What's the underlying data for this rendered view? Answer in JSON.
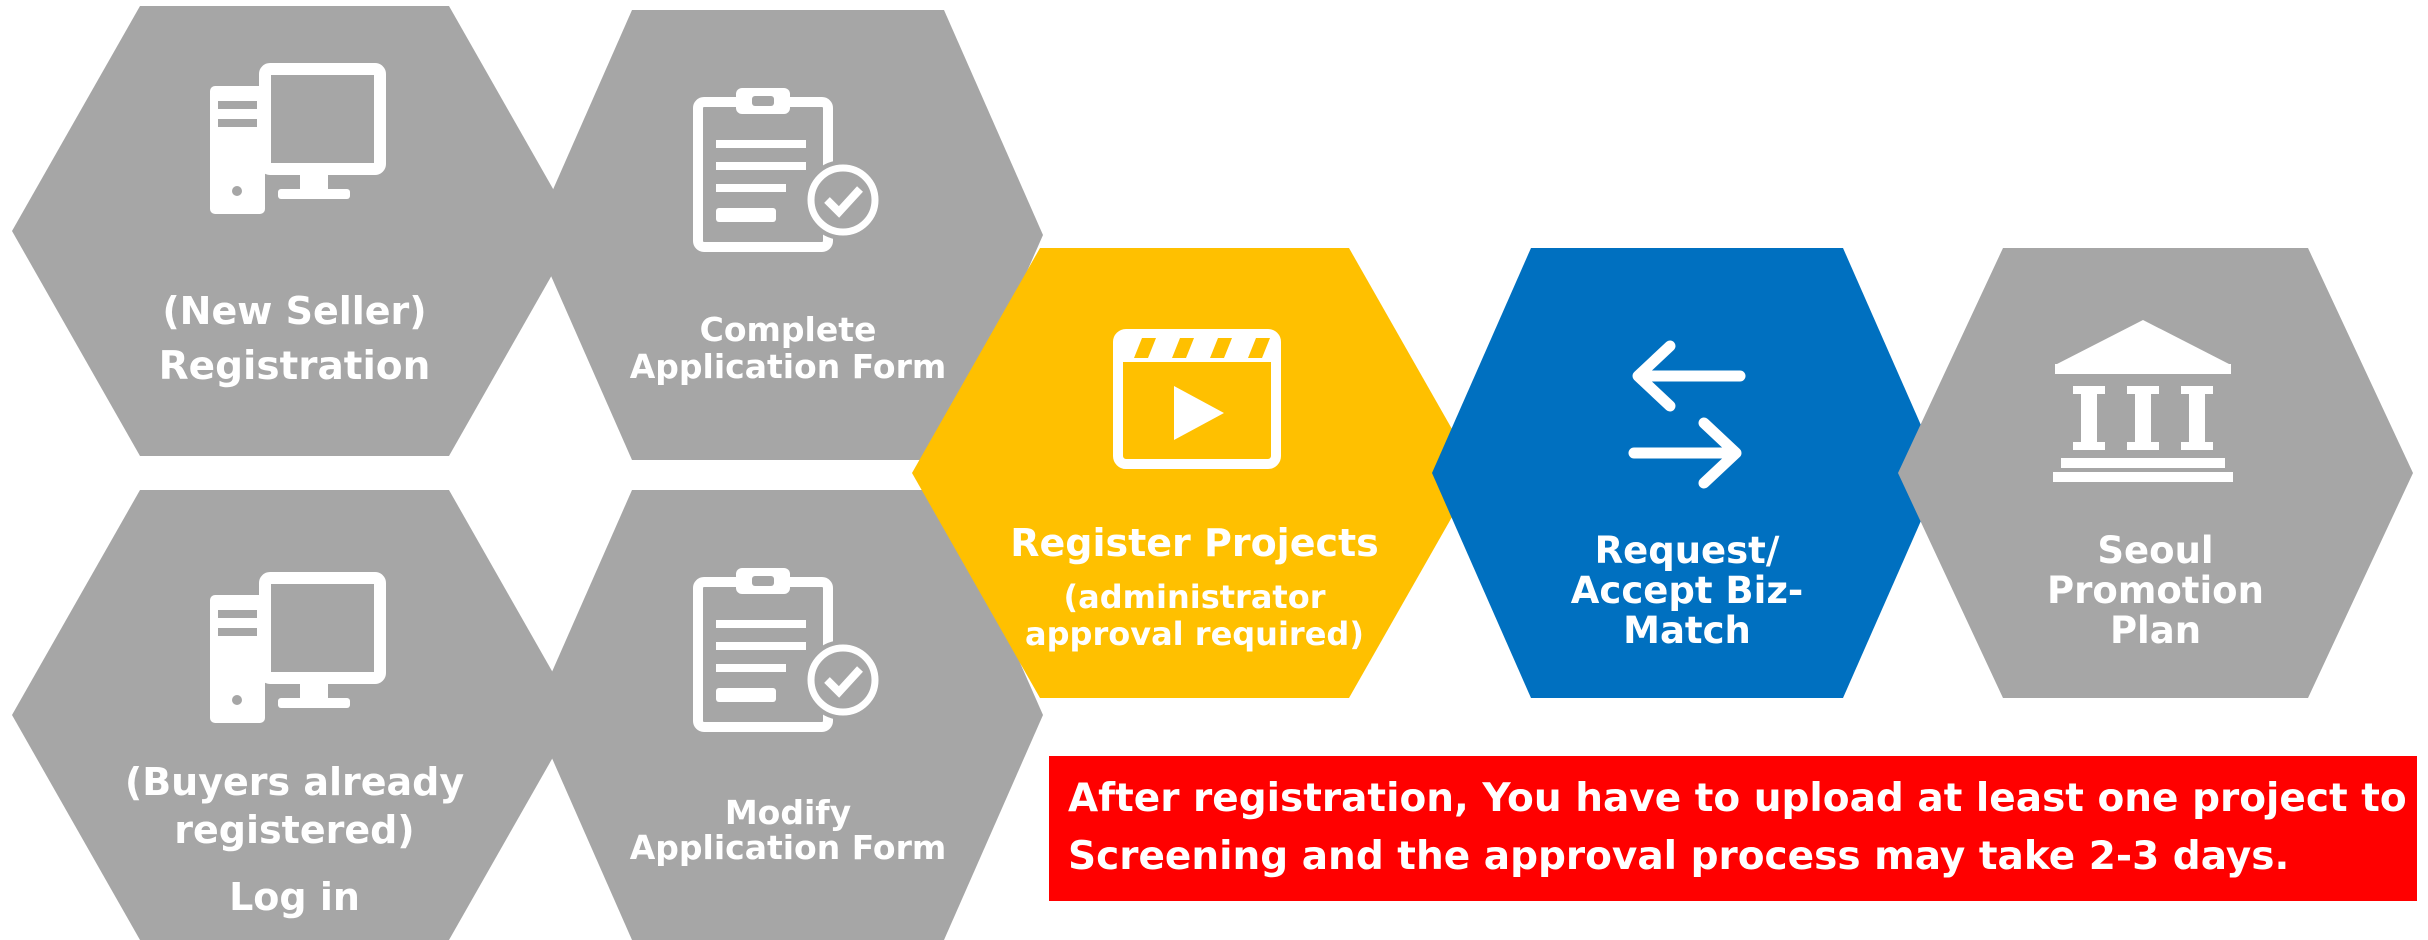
{
  "steps": {
    "new_seller": {
      "line1": "(New Seller)",
      "line2": "Registration",
      "color": "#a6a6a6",
      "icon": "desktop-computer-icon"
    },
    "complete_form": {
      "line1": "Complete",
      "line2": "Application Form",
      "color": "#a6a6a6",
      "icon": "clipboard-check-icon"
    },
    "buyers": {
      "line1": "(Buyers already",
      "line2": "registered)",
      "line3": "Log in",
      "color": "#a6a6a6",
      "icon": "desktop-computer-icon"
    },
    "modify_form": {
      "line1": "Modify",
      "line2": "Application Form",
      "color": "#a6a6a6",
      "icon": "clipboard-check-icon"
    },
    "register_projects": {
      "line1": "Register Projects",
      "line2": "(administrator",
      "line3": "approval required)",
      "color": "#ffc000",
      "icon": "video-clapper-icon"
    },
    "biz_match": {
      "line1": "Request/",
      "line2": "Accept Biz-",
      "line3": "Match",
      "color": "#0070c0",
      "icon": "exchange-arrows-icon"
    },
    "seoul_promotion": {
      "line1": "Seoul",
      "line2": "Promotion",
      "line3": "Plan",
      "color": "#a6a6a6",
      "icon": "institution-building-icon"
    }
  },
  "notice": {
    "line1": "After registration, You have to upload at least one project to SPP",
    "line2": "Screening and the approval process may take 2-3 days.",
    "color": "#ff0000"
  }
}
